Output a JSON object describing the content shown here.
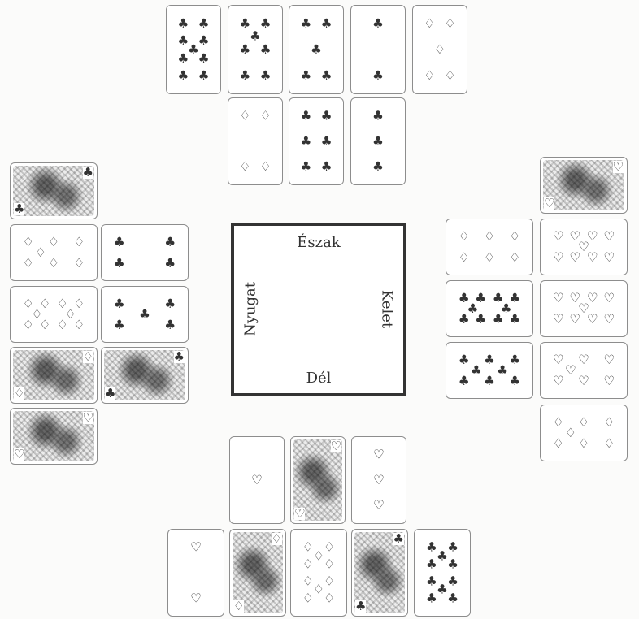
{
  "directions": {
    "north": "Észak",
    "south": "Dél",
    "west": "Nyugat",
    "east": "Kelet"
  },
  "hands": {
    "north_row1": [
      {
        "suit": "clubs",
        "rank": "9",
        "kind": "pips"
      },
      {
        "suit": "clubs",
        "rank": "7",
        "kind": "pips"
      },
      {
        "suit": "clubs",
        "rank": "5",
        "kind": "pips"
      },
      {
        "suit": "clubs",
        "rank": "2",
        "kind": "pips"
      },
      {
        "suit": "diamonds",
        "rank": "5",
        "kind": "pips"
      }
    ],
    "north_row2": [
      {
        "suit": "diamonds",
        "rank": "4",
        "kind": "pips"
      },
      {
        "suit": "clubs",
        "rank": "6",
        "kind": "pips"
      },
      {
        "suit": "clubs",
        "rank": "3",
        "kind": "pips"
      }
    ],
    "west_row1": [
      {
        "suit": "clubs",
        "rank": "face",
        "kind": "face"
      }
    ],
    "west_row2": [
      {
        "suit": "diamonds",
        "rank": "7",
        "kind": "pips"
      },
      {
        "suit": "clubs",
        "rank": "4",
        "kind": "pips"
      }
    ],
    "west_row3": [
      {
        "suit": "diamonds",
        "rank": "10",
        "kind": "pips"
      },
      {
        "suit": "clubs",
        "rank": "5",
        "kind": "pips"
      }
    ],
    "west_row4": [
      {
        "suit": "diamonds",
        "rank": "face",
        "kind": "face"
      },
      {
        "suit": "clubs",
        "rank": "face",
        "kind": "face"
      }
    ],
    "west_row5": [
      {
        "suit": "hearts",
        "rank": "face",
        "kind": "face"
      }
    ],
    "east_row1": [
      {
        "suit": "hearts",
        "rank": "face",
        "kind": "face"
      }
    ],
    "east_row2": [
      {
        "suit": "diamonds",
        "rank": "6",
        "kind": "pips"
      },
      {
        "suit": "hearts",
        "rank": "9",
        "kind": "pips"
      }
    ],
    "east_row3": [
      {
        "suit": "clubs",
        "rank": "10",
        "kind": "pips"
      },
      {
        "suit": "hearts",
        "rank": "9",
        "kind": "pips"
      }
    ],
    "east_row4": [
      {
        "suit": "clubs",
        "rank": "8",
        "kind": "pips"
      },
      {
        "suit": "hearts",
        "rank": "7",
        "kind": "pips"
      }
    ],
    "east_row5": [
      {
        "suit": "diamonds",
        "rank": "7",
        "kind": "pips"
      }
    ],
    "south_row1": [
      {
        "suit": "hearts",
        "rank": "1",
        "kind": "pips"
      },
      {
        "suit": "hearts",
        "rank": "face",
        "kind": "face"
      },
      {
        "suit": "hearts",
        "rank": "3",
        "kind": "pips"
      }
    ],
    "south_row2": [
      {
        "suit": "hearts",
        "rank": "2",
        "kind": "pips"
      },
      {
        "suit": "diamonds",
        "rank": "face",
        "kind": "face"
      },
      {
        "suit": "diamonds",
        "rank": "10",
        "kind": "pips"
      },
      {
        "suit": "clubs",
        "rank": "face",
        "kind": "face"
      },
      {
        "suit": "clubs",
        "rank": "10",
        "kind": "pips"
      }
    ]
  }
}
